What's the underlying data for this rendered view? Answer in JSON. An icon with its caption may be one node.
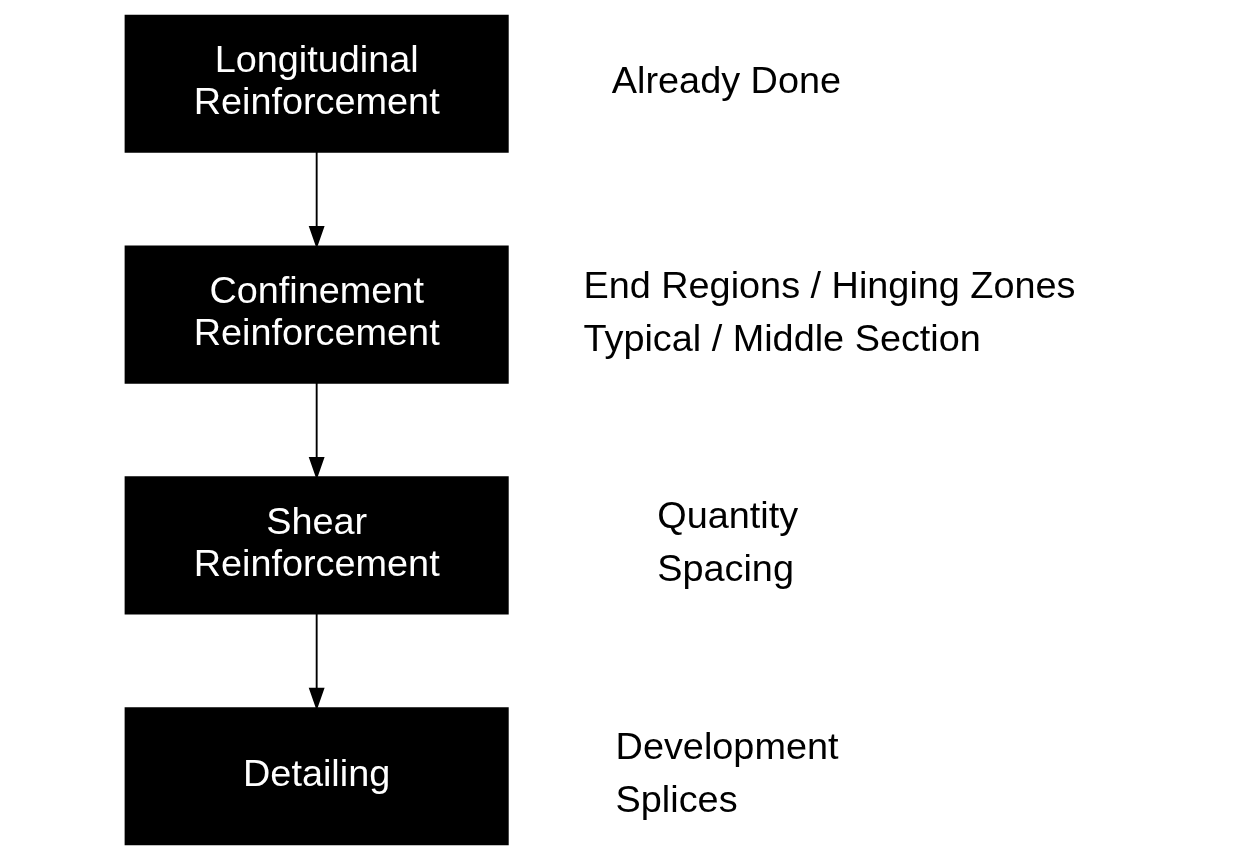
{
  "diagram": {
    "nodes": [
      {
        "text": [
          "Longitudinal Reinforcement"
        ],
        "beside": [
          "Already Done"
        ]
      },
      {
        "text": [
          "Confinement Reinforcement"
        ],
        "beside": [
          "End Regions / Hinging Zones",
          "Typical / Middle Section"
        ]
      },
      {
        "text": [
          "Shear Reinforcement"
        ],
        "beside": [
          "Quantity",
          "Spacing"
        ]
      },
      {
        "text": [
          "Detailing"
        ],
        "beside": [
          "Development",
          "Splices"
        ]
      }
    ],
    "edges": [
      {
        "from": 0,
        "to": 1,
        "arrow": "to"
      },
      {
        "from": 1,
        "to": 2,
        "arrow": "to"
      },
      {
        "from": 2,
        "to": 3,
        "arrow": "to"
      }
    ]
  }
}
